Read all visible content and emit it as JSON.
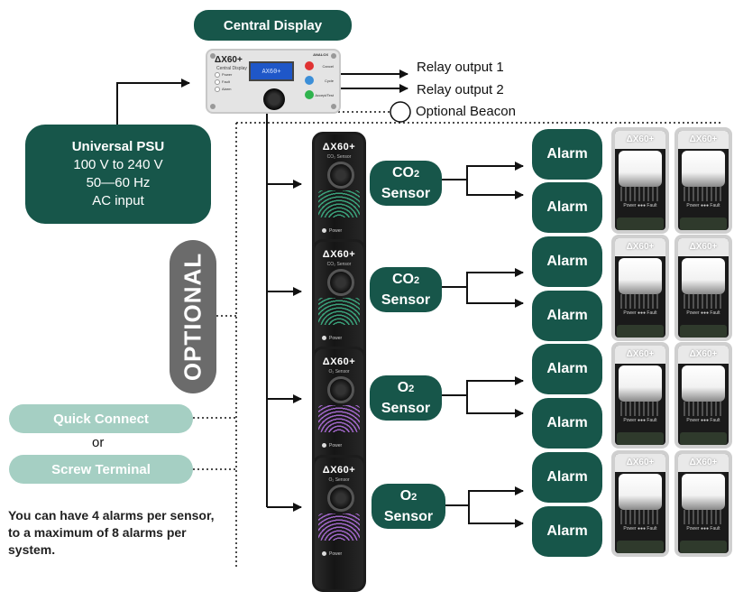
{
  "central_display": {
    "title": "Central Display",
    "device_logo": "ΔX60+",
    "device_subtitle": "Central Display",
    "screen_text": "AX60+",
    "left_indicators": [
      "Power",
      "Fault",
      "Alarm"
    ],
    "buttons": [
      "Cancel",
      "Cycle",
      "Accept/Test"
    ],
    "brand": "ANALOX"
  },
  "outputs": {
    "relay1": "Relay output 1",
    "relay2": "Relay output 2",
    "beacon": "Optional Beacon"
  },
  "psu": {
    "title": "Universal PSU",
    "line1": "100 V to 240 V",
    "line2": "50—60 Hz",
    "line3": "AC input"
  },
  "optional_label": "OPTIONAL",
  "connectors": {
    "quick": "Quick Connect",
    "or": "or",
    "screw": "Screw Terminal"
  },
  "note": "You can have 4 alarms per sensor, to a maximum of 8 alarms per system.",
  "sensors": [
    {
      "gas": "CO",
      "sub": "2",
      "word": "Sensor",
      "device_sub": "CO₂ Sensor",
      "kind": "co2"
    },
    {
      "gas": "CO",
      "sub": "2",
      "word": "Sensor",
      "device_sub": "CO₂ Sensor",
      "kind": "co2"
    },
    {
      "gas": "O",
      "sub": "2",
      "word": "Sensor",
      "device_sub": "O₂ Sensor",
      "kind": "o2"
    },
    {
      "gas": "O",
      "sub": "2",
      "word": "Sensor",
      "device_sub": "O₂ Sensor",
      "kind": "o2"
    }
  ],
  "alarm_label": "Alarm",
  "alarm_device": {
    "logo": "ΔX60+",
    "power": "Power",
    "fault": "Fault"
  },
  "colors": {
    "pill": "#17564a",
    "light_pill": "#a5cfc3",
    "optional_bg": "#6b6b6b",
    "co2_wave": "#3aa07a",
    "o2_wave": "#a066c8"
  }
}
